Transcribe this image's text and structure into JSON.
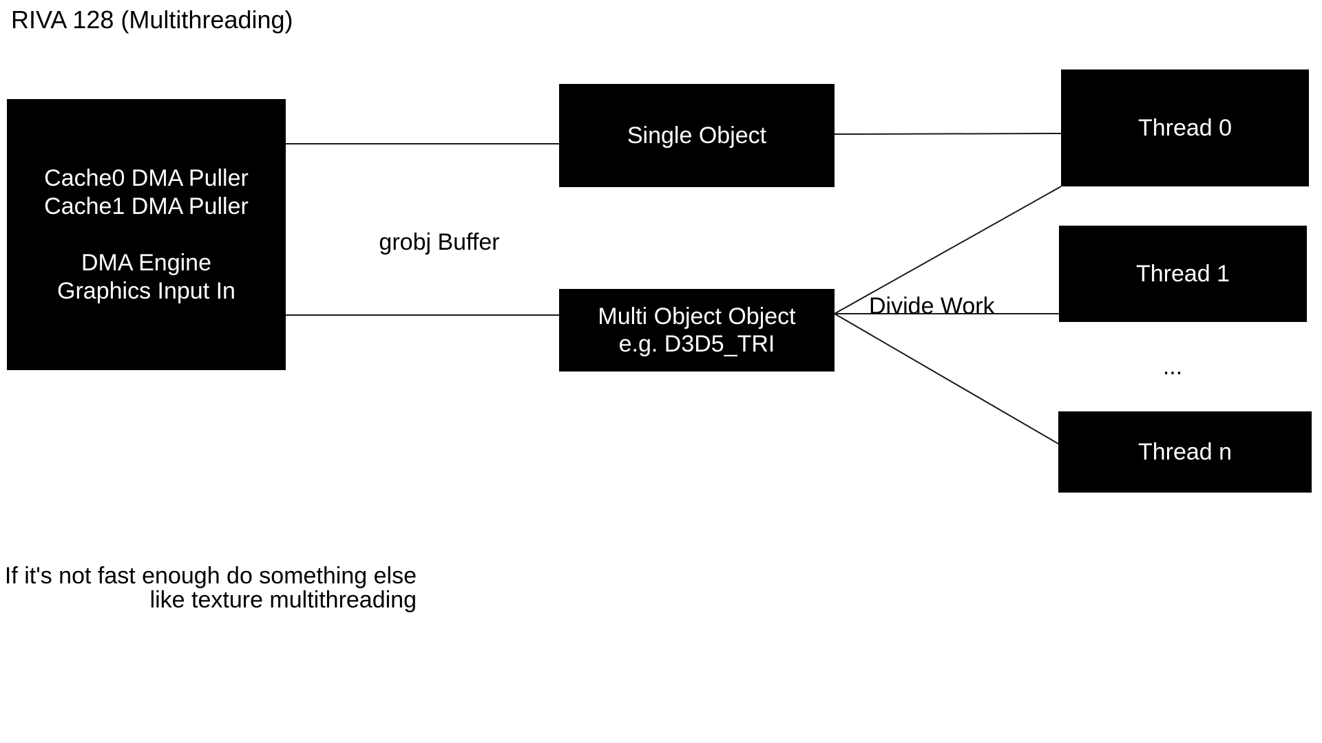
{
  "diagram": {
    "title": "RIVA 128 (Multithreading)",
    "colors": {
      "canvas_background": "#ffffff",
      "node_fill": "#000000",
      "node_text": "#ffffff",
      "connector_line": "#1a1a1a",
      "label_text": "#000000"
    },
    "nodes": {
      "dma_puller": {
        "lines": [
          "Cache0 DMA Puller",
          "Cache1 DMA Puller",
          "",
          "DMA Engine",
          "Graphics Input In"
        ]
      },
      "single_object": {
        "label": "Single Object"
      },
      "multi_object": {
        "lines": [
          "Multi Object Object",
          "e.g. D3D5_TRI"
        ]
      },
      "thread_0": {
        "label": "Thread 0"
      },
      "thread_1": {
        "label": "Thread 1"
      },
      "thread_n": {
        "label": "Thread n"
      },
      "ellipsis": "..."
    },
    "edge_labels": {
      "grobj_buffer": "grobj Buffer",
      "divide_work": "Divide Work"
    },
    "note": {
      "line1": "If it's not fast enough do something else",
      "line2": "like texture multithreading"
    }
  }
}
